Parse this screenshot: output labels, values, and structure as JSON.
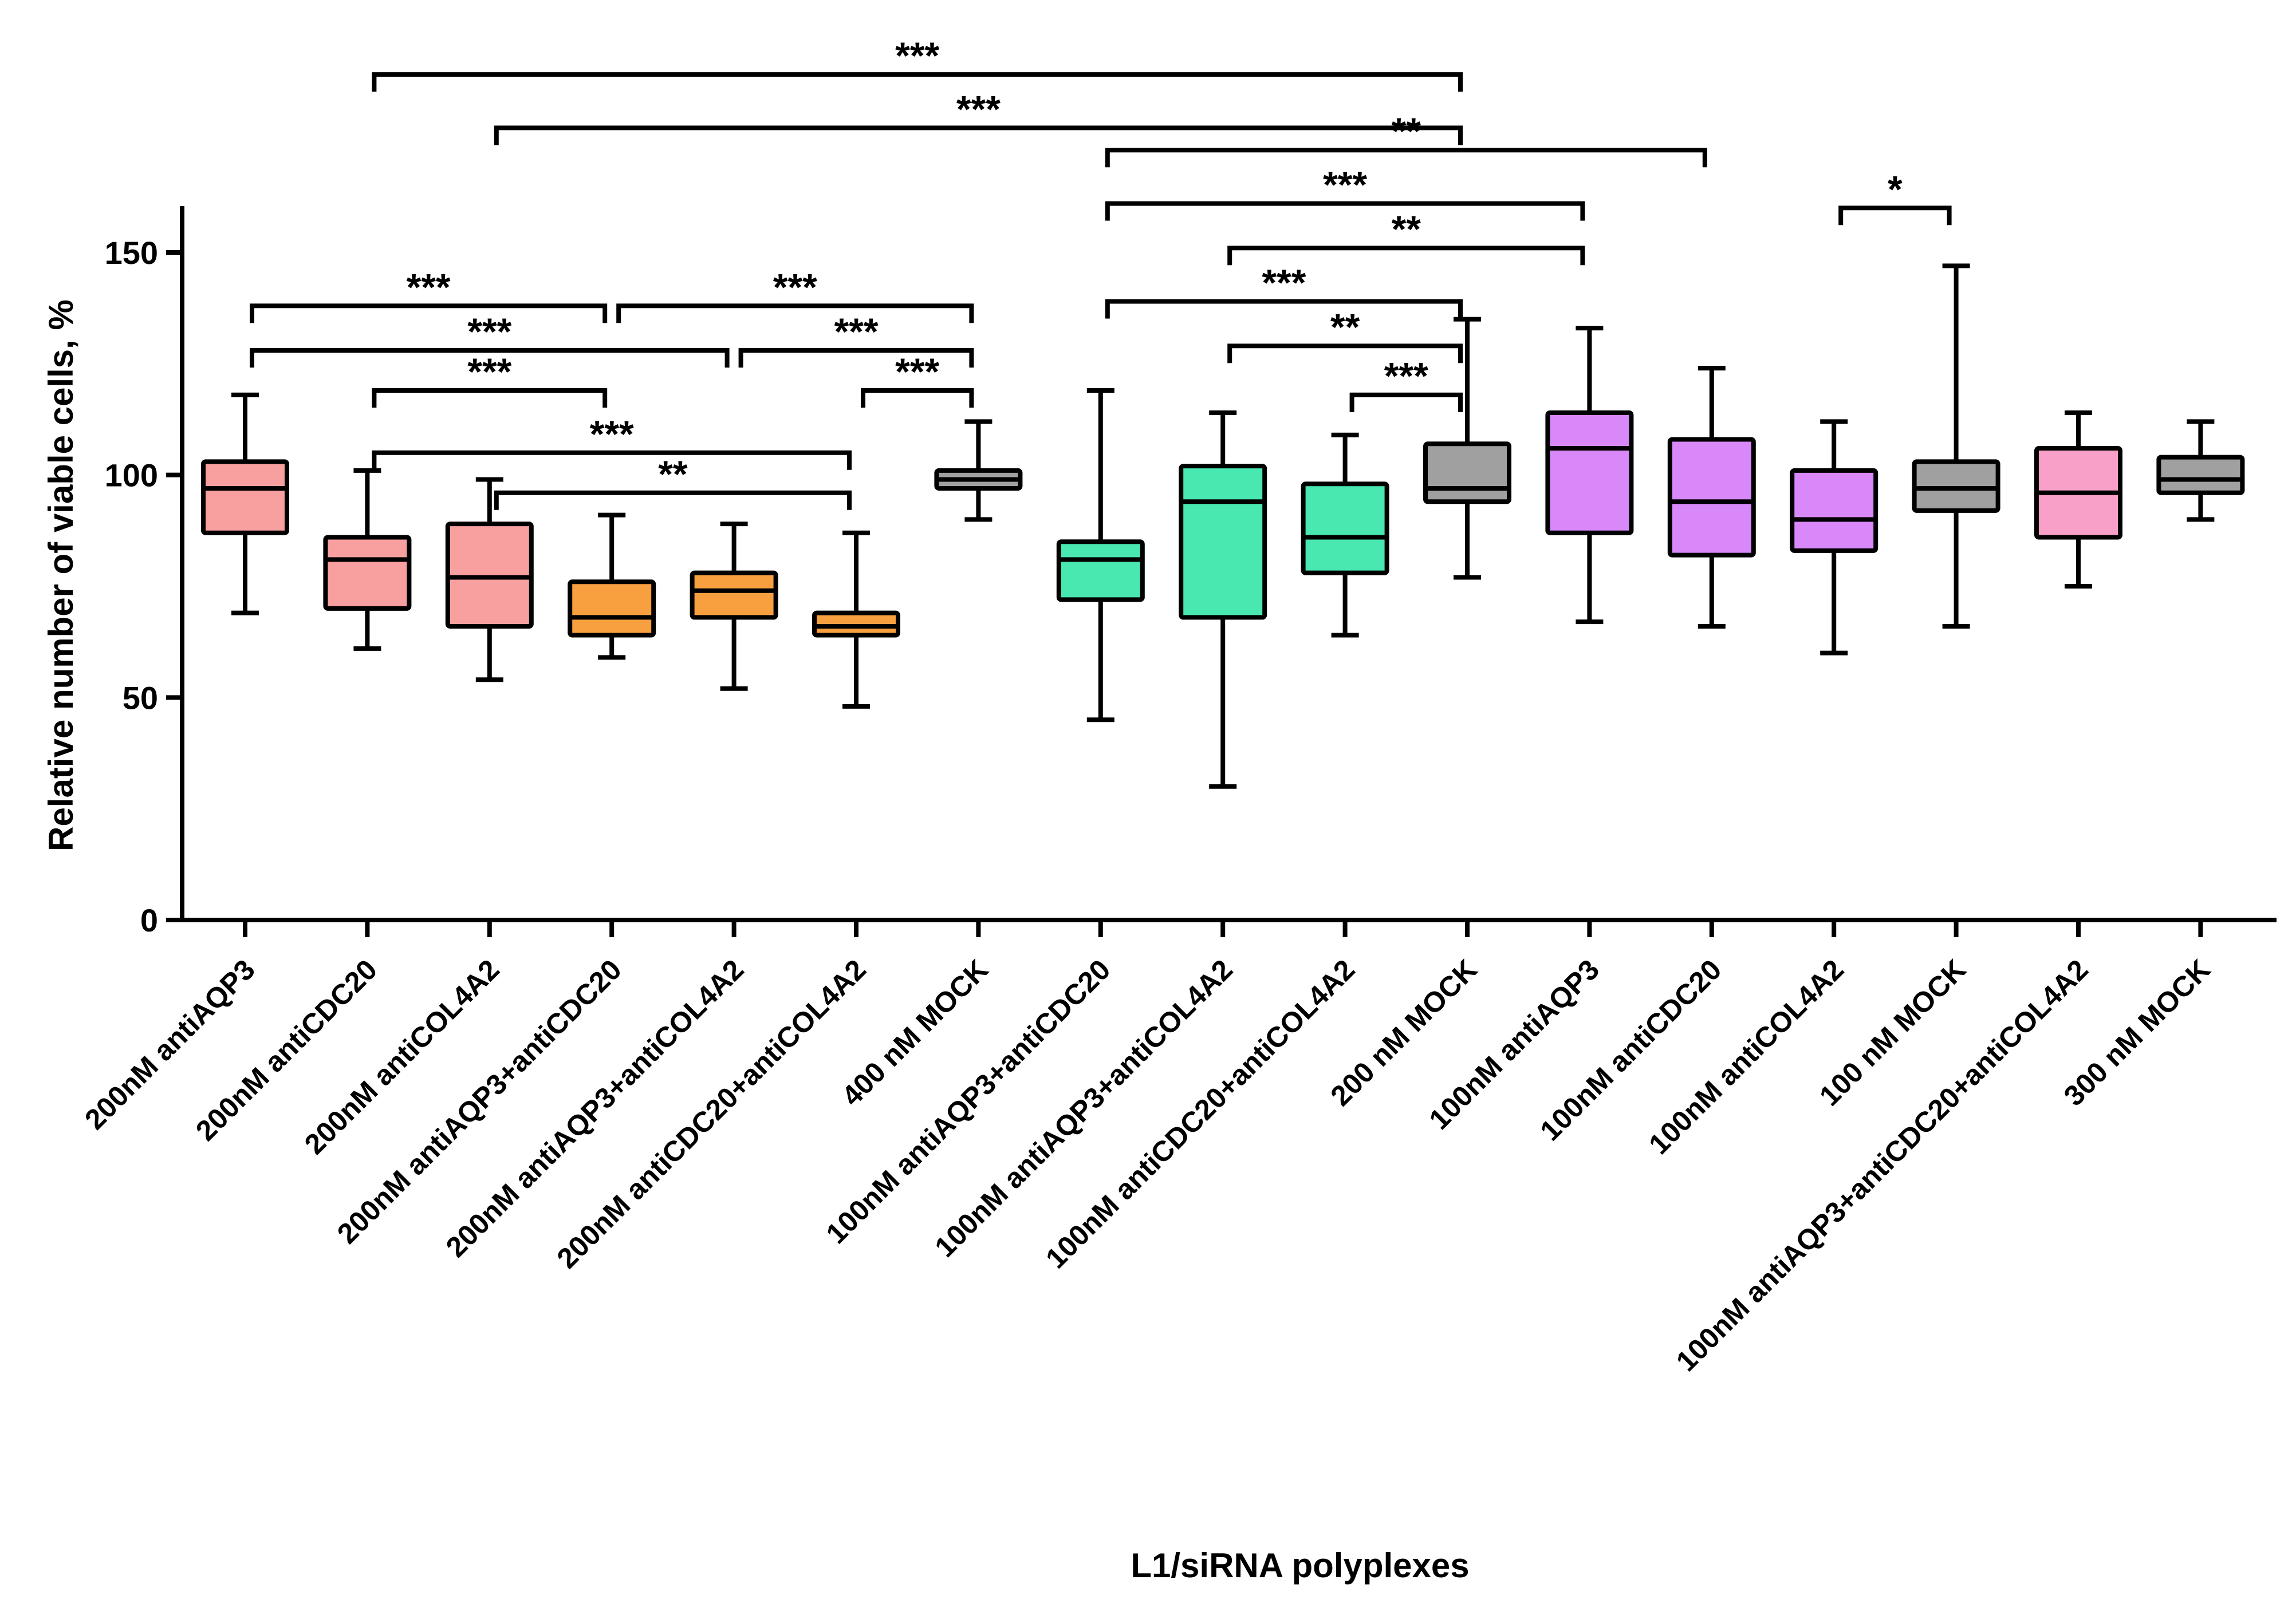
{
  "chart_data": {
    "type": "boxplot",
    "title": "",
    "xlabel": "L1/siRNA polyplexes",
    "ylabel": "Relative number of viable cells, %",
    "ylim": [
      0,
      160
    ],
    "yticks": [
      0,
      50,
      100,
      150
    ],
    "grid": false,
    "categories": [
      "200nM antiAQP3",
      "200nM antiCDC20",
      "200nM antiCOL4A2",
      "200nM antiAQP3+antiCDC20",
      "200nM antiAQP3+antiCOL4A2",
      "200nM antiCDC20+antiCOL4A2",
      "400 nM MOCK",
      "100nM antiAQP3+antiCDC20",
      "100nM antiAQP3+antiCOL4A2",
      "100nM antiCDC20+antiCOL4A2",
      "200 nM MOCK",
      "100nM antiAQP3",
      "100nM antiCDC20",
      "100nM antiCOL4A2",
      "100 nM MOCK",
      "100nM antiAQP3+antiCDC20+antiCOL4A2",
      "300 nM MOCK"
    ],
    "boxes": [
      {
        "min": 69,
        "q1": 87,
        "median": 97,
        "q3": 103,
        "max": 118,
        "color": "#f8a0a0"
      },
      {
        "min": 61,
        "q1": 70,
        "median": 81,
        "q3": 86,
        "max": 101,
        "color": "#f8a0a0"
      },
      {
        "min": 54,
        "q1": 66,
        "median": 77,
        "q3": 89,
        "max": 99,
        "color": "#f8a0a0"
      },
      {
        "min": 59,
        "q1": 64,
        "median": 68,
        "q3": 76,
        "max": 91,
        "color": "#f8a040"
      },
      {
        "min": 52,
        "q1": 68,
        "median": 74,
        "q3": 78,
        "max": 89,
        "color": "#f8a040"
      },
      {
        "min": 48,
        "q1": 64,
        "median": 66,
        "q3": 69,
        "max": 87,
        "color": "#f8a040"
      },
      {
        "min": 90,
        "q1": 97,
        "median": 99,
        "q3": 101,
        "max": 112,
        "color": "#a0a0a0"
      },
      {
        "min": 45,
        "q1": 72,
        "median": 81,
        "q3": 85,
        "max": 119,
        "color": "#48e8b0"
      },
      {
        "min": 30,
        "q1": 68,
        "median": 94,
        "q3": 102,
        "max": 114,
        "color": "#48e8b0"
      },
      {
        "min": 64,
        "q1": 78,
        "median": 86,
        "q3": 98,
        "max": 109,
        "color": "#48e8b0"
      },
      {
        "min": 77,
        "q1": 94,
        "median": 97,
        "q3": 107,
        "max": 135,
        "color": "#a0a0a0"
      },
      {
        "min": 67,
        "q1": 87,
        "median": 106,
        "q3": 114,
        "max": 133,
        "color": "#d888f8"
      },
      {
        "min": 66,
        "q1": 82,
        "median": 94,
        "q3": 108,
        "max": 124,
        "color": "#d888f8"
      },
      {
        "min": 60,
        "q1": 83,
        "median": 90,
        "q3": 101,
        "max": 112,
        "color": "#d888f8"
      },
      {
        "min": 66,
        "q1": 92,
        "median": 97,
        "q3": 103,
        "max": 147,
        "color": "#a0a0a0"
      },
      {
        "min": 75,
        "q1": 86,
        "median": 96,
        "q3": 106,
        "max": 114,
        "color": "#f8a0c8"
      },
      {
        "min": 90,
        "q1": 96,
        "median": 99,
        "q3": 104,
        "max": 112,
        "color": "#a0a0a0"
      }
    ],
    "significance": [
      {
        "from": 1,
        "to": 10,
        "label": "***",
        "y": 190
      },
      {
        "from": 2,
        "to": 10,
        "label": "***",
        "y": 178
      },
      {
        "from": 7,
        "to": 12,
        "label": "**",
        "y": 173
      },
      {
        "from": 7,
        "to": 11,
        "label": "***",
        "y": 161
      },
      {
        "from": 8,
        "to": 11,
        "label": "**",
        "y": 151
      },
      {
        "from": 7,
        "to": 10,
        "label": "***",
        "y": 139
      },
      {
        "from": 8,
        "to": 10,
        "label": "**",
        "y": 129
      },
      {
        "from": 9,
        "to": 10,
        "label": "***",
        "y": 118
      },
      {
        "from": 13,
        "to": 14,
        "label": "*",
        "y": 160
      },
      {
        "from": 0,
        "to": 3,
        "label": "***",
        "y": 138
      },
      {
        "from": 3,
        "to": 6,
        "label": "***",
        "y": 138
      },
      {
        "from": 0,
        "to": 4,
        "label": "***",
        "y": 128
      },
      {
        "from": 4,
        "to": 6,
        "label": "***",
        "y": 128
      },
      {
        "from": 1,
        "to": 3,
        "label": "***",
        "y": 119
      },
      {
        "from": 5,
        "to": 6,
        "label": "***",
        "y": 119
      },
      {
        "from": 1,
        "to": 5,
        "label": "***",
        "y": 105
      },
      {
        "from": 2,
        "to": 5,
        "label": "**",
        "y": 96
      }
    ]
  }
}
